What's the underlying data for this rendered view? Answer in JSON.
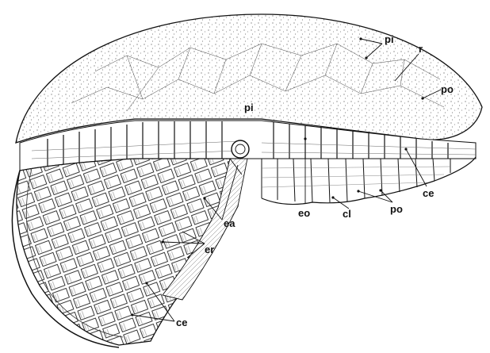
{
  "figure": {
    "labels": [
      {
        "id": "pi-top",
        "text": "pi"
      },
      {
        "id": "r",
        "text": "r"
      },
      {
        "id": "po-top",
        "text": "po"
      },
      {
        "id": "pi-mid",
        "text": "pi"
      },
      {
        "id": "ce-right",
        "text": "ce"
      },
      {
        "id": "po-bottom",
        "text": "po"
      },
      {
        "id": "cl",
        "text": "cl"
      },
      {
        "id": "eo",
        "text": "eo"
      },
      {
        "id": "ea",
        "text": "ea"
      },
      {
        "id": "er",
        "text": "er"
      },
      {
        "id": "ce-bottom",
        "text": "ce"
      }
    ]
  }
}
